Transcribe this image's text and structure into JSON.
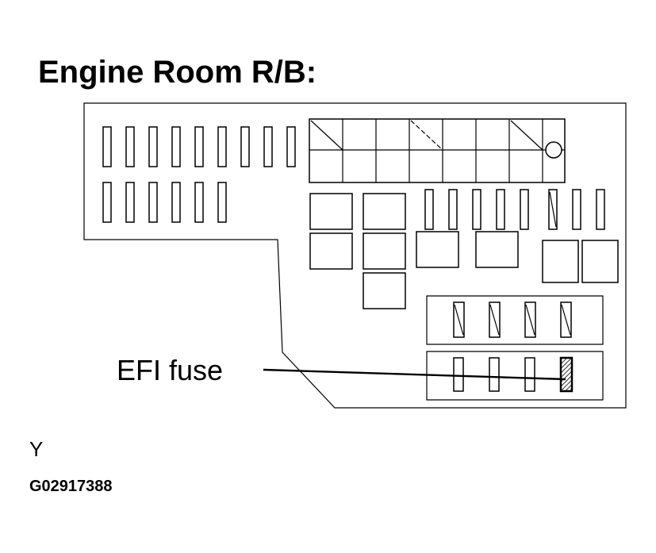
{
  "title": "Engine Room R/B:",
  "callout_label": "EFI fuse",
  "corner_letter": "Y",
  "figure_code": "G02917388",
  "colors": {
    "line": "#000000",
    "background": "#ffffff"
  }
}
